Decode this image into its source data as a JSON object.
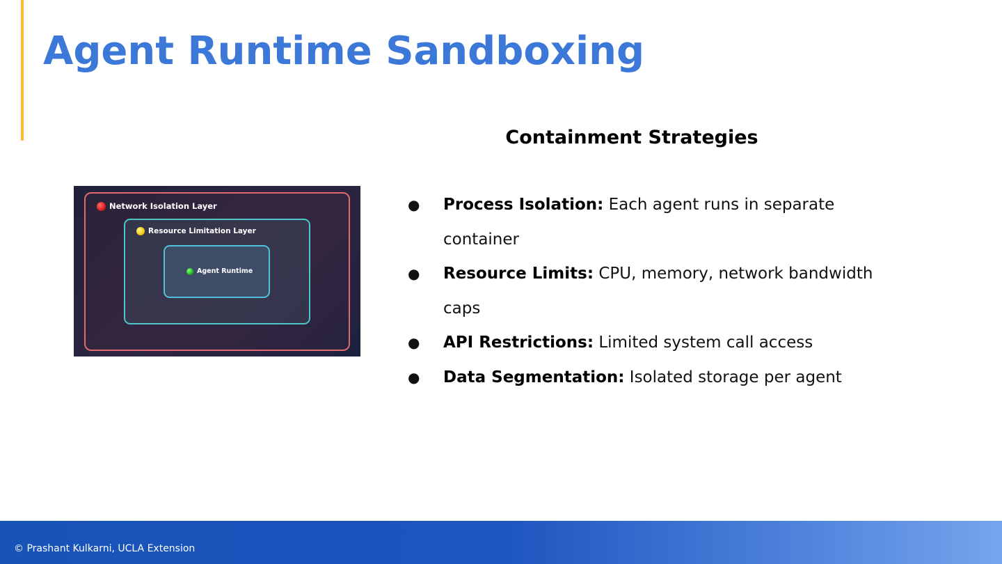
{
  "slide": {
    "title": "Agent Runtime Sandboxing",
    "accent_color": "#f7bd3a",
    "title_color": "#3c78d8"
  },
  "diagram": {
    "layers": [
      {
        "label": "Network Isolation Layer",
        "indicator": "red-dot-icon",
        "border_color": "#e06a6f"
      },
      {
        "label": "Resource Limitation Layer",
        "indicator": "yellow-dot-icon",
        "border_color": "#4fc4c9"
      },
      {
        "label": "Agent Runtime",
        "indicator": "green-dot-icon",
        "border_color": "#4fc4d9"
      }
    ]
  },
  "strategies": {
    "heading": "Containment Strategies",
    "bullet_symbol": "●",
    "items": [
      {
        "term": "Process Isolation:",
        "description": " Each agent runs in separate container"
      },
      {
        "term": "Resource Limits:",
        "description": " CPU, memory, network bandwidth caps"
      },
      {
        "term": "API Restrictions:",
        "description": " Limited system call access"
      },
      {
        "term": "Data Segmentation:",
        "description": " Isolated storage per agent"
      }
    ]
  },
  "footer": {
    "text": "© Prashant Kulkarni, UCLA Extension"
  }
}
